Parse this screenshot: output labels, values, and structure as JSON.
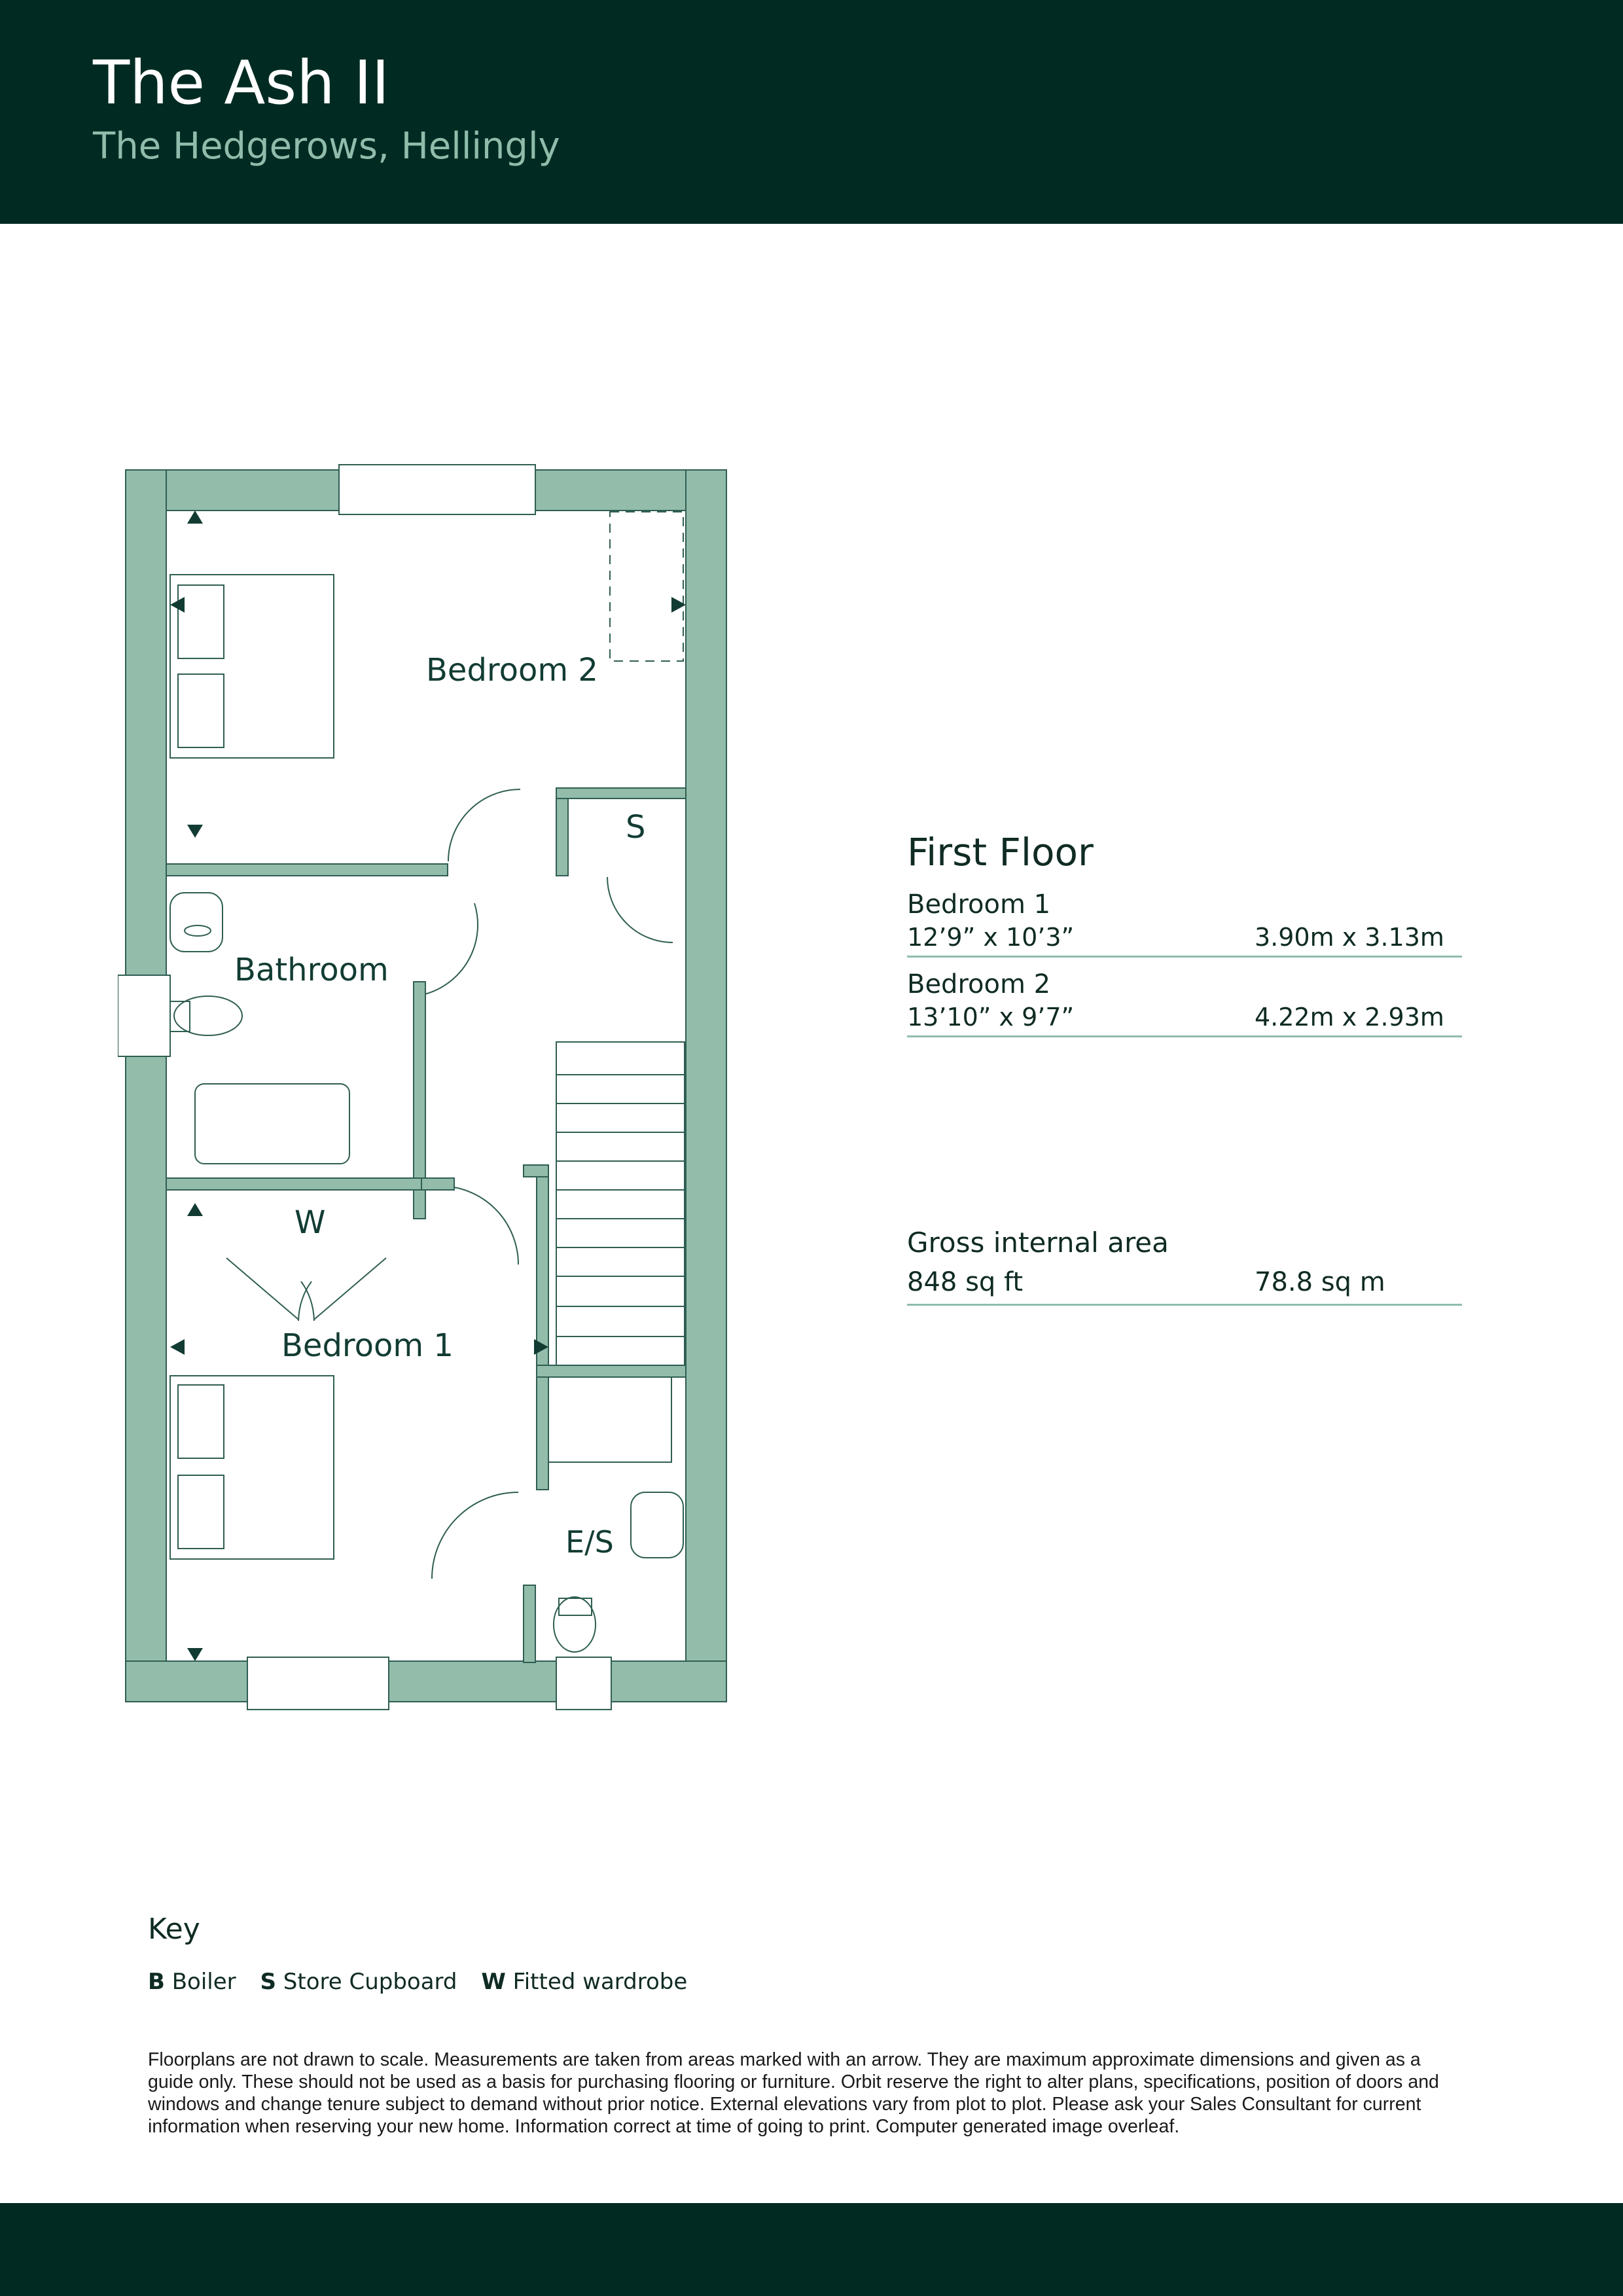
{
  "header": {
    "title": "The Ash II",
    "subtitle": "The Hedgerows, Hellingly"
  },
  "plan": {
    "labels": {
      "bedroom2": "Bedroom 2",
      "bedroom1": "Bedroom 1",
      "bathroom": "Bathroom",
      "store": "S",
      "wardrobe": "W",
      "ensuite": "E/S"
    }
  },
  "floor": {
    "title": "First Floor",
    "rooms": [
      {
        "name": "Bedroom 1",
        "imperial": "12’9” x 10’3”",
        "metric": "3.90m x 3.13m"
      },
      {
        "name": "Bedroom 2",
        "imperial": "13’10” x 9’7”",
        "metric": "4.22m x 2.93m"
      }
    ]
  },
  "gia": {
    "title": "Gross internal area",
    "imperial": "848 sq ft",
    "metric": "78.8 sq m"
  },
  "key": {
    "title": "Key",
    "items": [
      {
        "code": "B",
        "label": "Boiler"
      },
      {
        "code": "S",
        "label": "Store Cupboard"
      },
      {
        "code": "W",
        "label": "Fitted wardrobe"
      }
    ]
  },
  "disclaimer": "Floorplans are not drawn to scale. Measurements are taken from areas marked with an arrow. They are maximum approximate dimensions and given as a guide only. These should not be used as a basis for purchasing flooring or furniture. Orbit reserve the right to alter plans, specifications, position of doors and windows and change tenure subject to demand without prior notice. External elevations vary from plot to plot. Please ask your Sales Consultant for current information when reserving your new home. Information correct at time of going to print. Computer generated image overleaf.",
  "colors": {
    "header_bg": "#012b22",
    "wall": "#93bcab",
    "subtitle": "#8fbcab"
  }
}
